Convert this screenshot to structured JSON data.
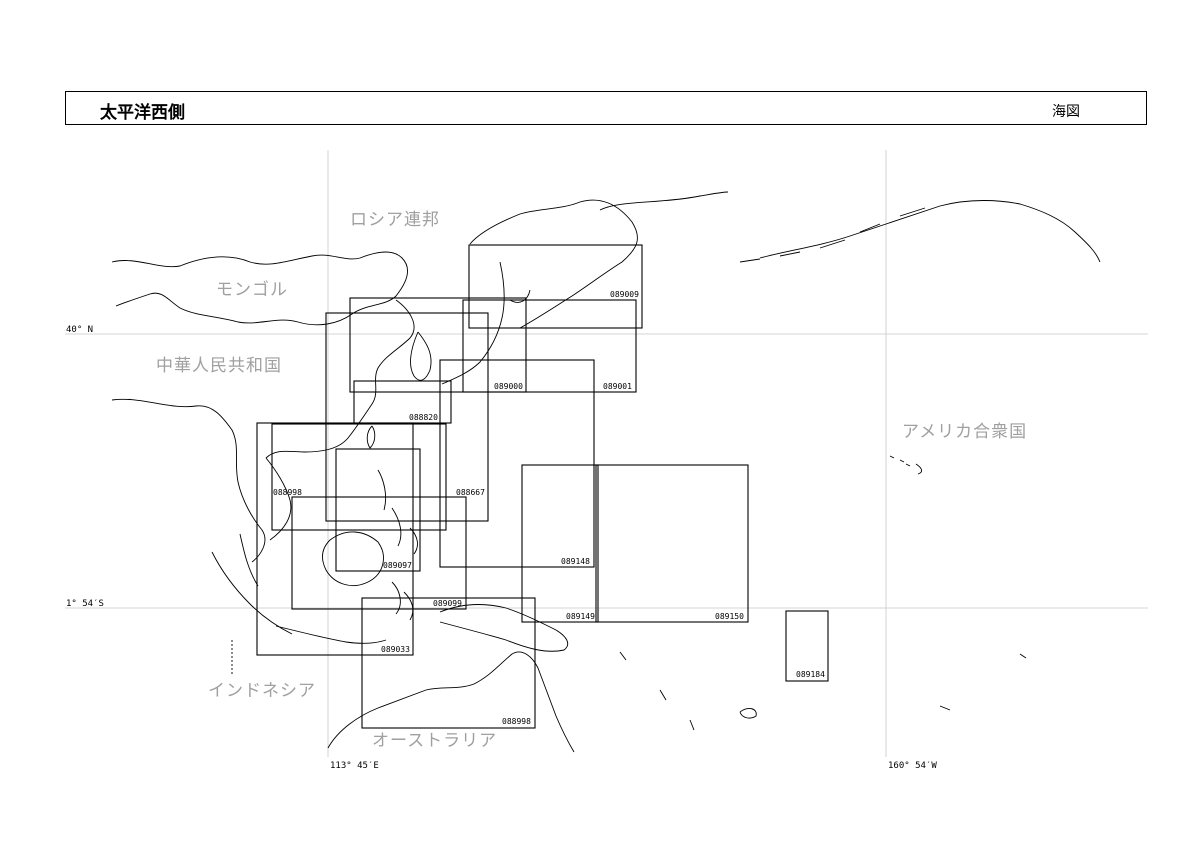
{
  "header": {
    "title": "太平洋西側",
    "type_label": "海図"
  },
  "regions": [
    {
      "id": "russia",
      "label": "ロシア連邦"
    },
    {
      "id": "mongolia",
      "label": "モンゴル"
    },
    {
      "id": "china",
      "label": "中華人民共和国"
    },
    {
      "id": "usa",
      "label": "アメリカ合衆国"
    },
    {
      "id": "indonesia",
      "label": "インドネシア"
    },
    {
      "id": "australia",
      "label": "オーストラリア"
    }
  ],
  "coords": {
    "lat_north": "40° N",
    "lat_south": "1° 54′S",
    "lon_west": "113° 45′E",
    "lon_east": "160° 54′W"
  },
  "charts": [
    {
      "id": "089009",
      "label": "089009"
    },
    {
      "id": "089001",
      "label": "089001"
    },
    {
      "id": "089000",
      "label": "089000"
    },
    {
      "id": "088820",
      "label": "088820"
    },
    {
      "id": "088667",
      "label": "088667"
    },
    {
      "id": "088998b",
      "label": "088998"
    },
    {
      "id": "089148",
      "label": "089148"
    },
    {
      "id": "089097",
      "label": "089097"
    },
    {
      "id": "089099",
      "label": "089099"
    },
    {
      "id": "089149",
      "label": "089149"
    },
    {
      "id": "089150",
      "label": "089150"
    },
    {
      "id": "089184",
      "label": "089184"
    },
    {
      "id": "089033",
      "label": "089033"
    },
    {
      "id": "088998",
      "label": "088998"
    }
  ]
}
